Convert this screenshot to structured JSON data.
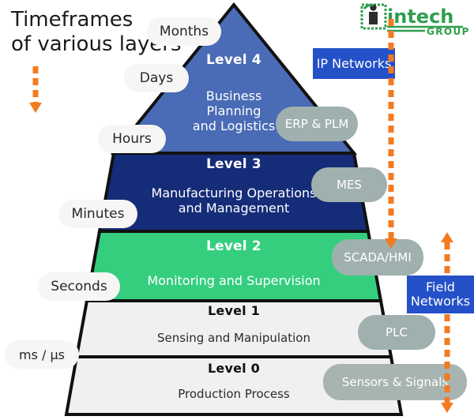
{
  "heading": {
    "text": "Timeframes\nof various layers"
  },
  "logo": {
    "wordmark": "intech",
    "subtitle": "GROUP",
    "color": "#2f9e4f",
    "icon": "intech-i-logo-icon"
  },
  "pyramid": {
    "levels": [
      {
        "id": "level-4",
        "title": "Level 4",
        "description": "Business\nPlanning\nand Logistics",
        "color": "#4a6bb5",
        "text_color": "#ffffff"
      },
      {
        "id": "level-3",
        "title": "Level 3",
        "description": "Manufacturing Operations\nand Management",
        "color": "#152c78",
        "text_color": "#ffffff"
      },
      {
        "id": "level-2",
        "title": "Level 2",
        "description": "Monitoring and Supervision",
        "color": "#35ce7f",
        "text_color": "#ffffff"
      },
      {
        "id": "level-1",
        "title": "Level 1",
        "description": "Sensing and Manipulation",
        "color": "#f0f0f0",
        "text_color": "#1b1b1b"
      },
      {
        "id": "level-0",
        "title": "Level 0",
        "description": "Production Process",
        "color": "#f0f0f0",
        "text_color": "#1b1b1b"
      }
    ]
  },
  "timeframes": {
    "items": [
      {
        "label": "Months"
      },
      {
        "label": "Days"
      },
      {
        "label": "Hours"
      },
      {
        "label": "Minutes"
      },
      {
        "label": "Seconds"
      },
      {
        "label": "ms / µs"
      }
    ]
  },
  "systems": {
    "items": [
      {
        "label": "ERP & PLM"
      },
      {
        "label": "MES"
      },
      {
        "label": "SCADA/HMI"
      },
      {
        "label": "PLC"
      },
      {
        "label": "Sensors & Signals"
      }
    ]
  },
  "networks": {
    "items": [
      {
        "label": "IP Networks",
        "color": "#2450c8"
      },
      {
        "label": "Field\nNetworks",
        "color": "#2450c8"
      }
    ]
  },
  "arrows": {
    "accent_color": "#f47a20",
    "items": [
      {
        "name": "timeframe-arrow",
        "direction": "down"
      },
      {
        "name": "ip-network-arrow",
        "direction": "down"
      },
      {
        "name": "field-network-arrow-up",
        "direction": "up"
      },
      {
        "name": "field-network-arrow-down",
        "direction": "down"
      }
    ]
  }
}
